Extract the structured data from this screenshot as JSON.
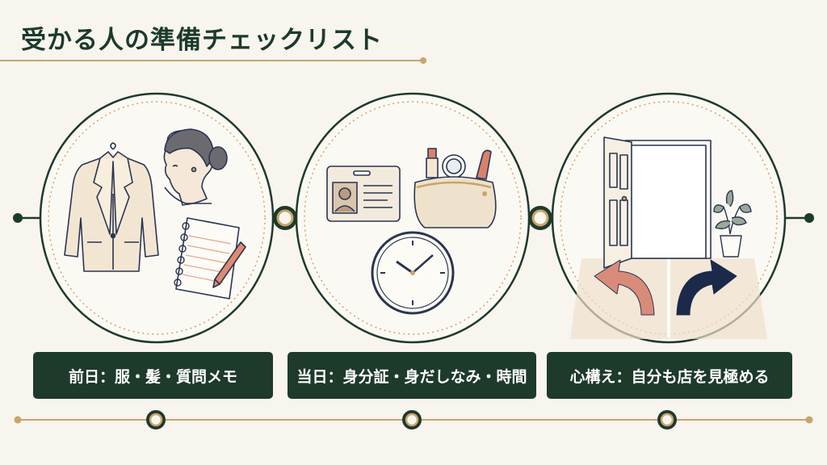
{
  "title": "受かる人の準備チェックリスト",
  "steps": [
    {
      "label": "前日：服・髪・質問メモ",
      "icons": [
        "jacket-icon",
        "hairstyle-icon",
        "notepad-icon"
      ]
    },
    {
      "label": "当日：身分証・身だしなみ・時間",
      "icons": [
        "id-card-icon",
        "cosmetic-pouch-icon",
        "clock-icon"
      ]
    },
    {
      "label": "心構え：自分も店を見極める",
      "icons": [
        "open-door-icon",
        "plant-icon",
        "crossroad-arrows-icon"
      ]
    }
  ],
  "colors": {
    "primary": "#1d3a2b",
    "accent": "#c9a56a",
    "background": "#f8f5ef",
    "arrow_left": "#d98b7a",
    "arrow_right": "#1b2a4a"
  }
}
